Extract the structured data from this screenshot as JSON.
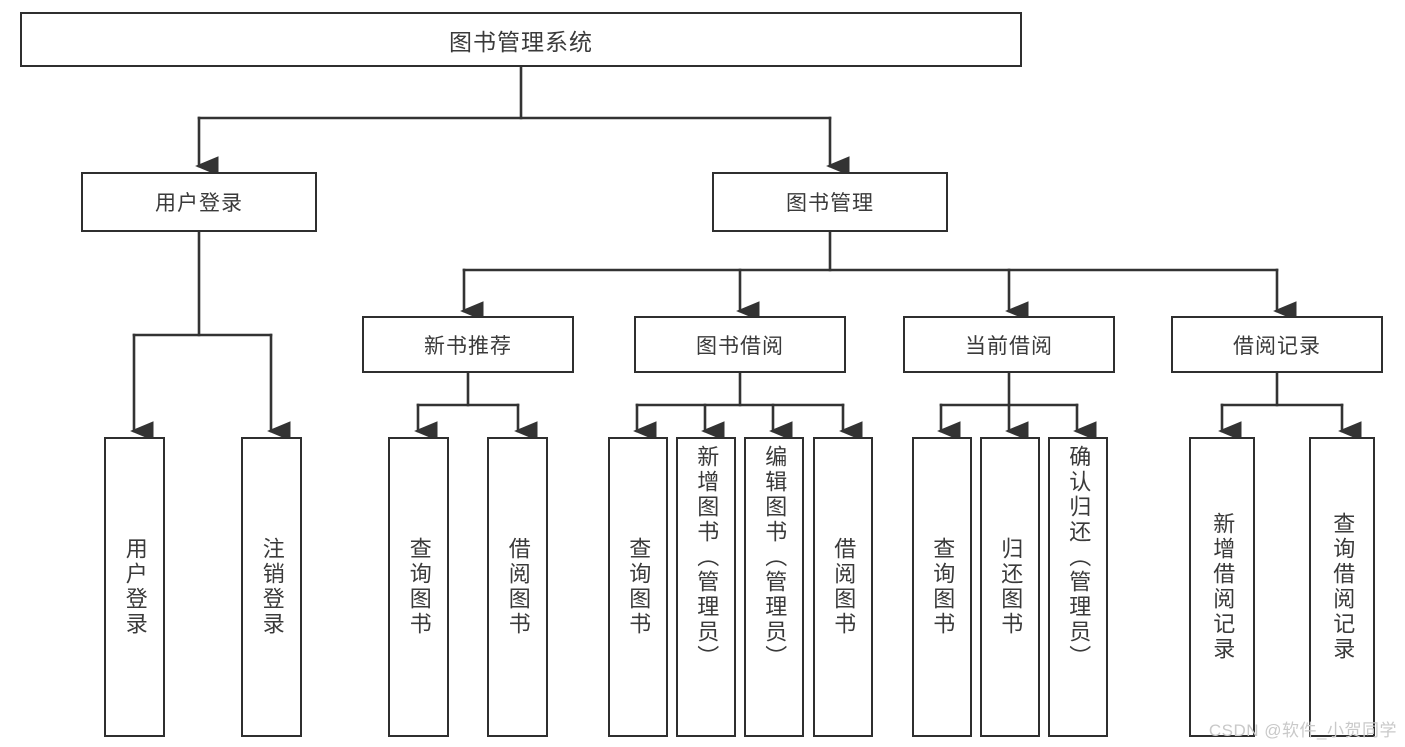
{
  "diagram": {
    "type": "tree",
    "title": "图书管理系统",
    "watermark": "CSDN @软件_小贺同学",
    "colors": {
      "background": "#ffffff",
      "box_fill": "#ffffff",
      "box_border": "#2f2f2f",
      "text": "#3a3a3a",
      "connector": "#333333",
      "watermark": "#c9c9c9"
    },
    "root": {
      "label": "图书管理系统"
    },
    "branches": [
      {
        "label": "用户登录",
        "children": [
          {
            "label": "用户登录"
          },
          {
            "label": "注销登录"
          }
        ]
      },
      {
        "label": "图书管理",
        "children": [
          {
            "label": "新书推荐",
            "children": [
              {
                "label": "查询图书"
              },
              {
                "label": "借阅图书"
              }
            ]
          },
          {
            "label": "图书借阅",
            "children": [
              {
                "label": "查询图书"
              },
              {
                "label": "新增图书（管理员）"
              },
              {
                "label": "编辑图书（管理员）"
              },
              {
                "label": "借阅图书"
              }
            ]
          },
          {
            "label": "当前借阅",
            "children": [
              {
                "label": "查询图书"
              },
              {
                "label": "归还图书"
              },
              {
                "label": "确认归还（管理员）"
              }
            ]
          },
          {
            "label": "借阅记录",
            "children": [
              {
                "label": "新增借阅记录"
              },
              {
                "label": "查询借阅记录"
              }
            ]
          }
        ]
      }
    ]
  }
}
